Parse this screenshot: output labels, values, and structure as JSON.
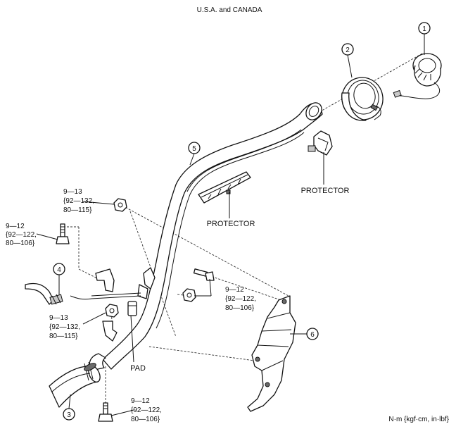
{
  "header": {
    "region_title": "U.S.A. and CANADA"
  },
  "callouts": [
    "1",
    "2",
    "3",
    "4",
    "5",
    "6"
  ],
  "labels": {
    "protector_upper": "PROTECTOR",
    "protector_lower": "PROTECTOR",
    "pad": "PAD"
  },
  "torque_specs": [
    {
      "line1": "9—13",
      "line2": "{92—132,",
      "line3": "80—115}"
    },
    {
      "line1": "9—12",
      "line2": "{92—122,",
      "line3": "80—106}"
    },
    {
      "line1": "9—12",
      "line2": "{92—122,",
      "line3": "80—106}"
    },
    {
      "line1": "9—13",
      "line2": "{92—132,",
      "line3": "80—115}"
    },
    {
      "line1": "9—12",
      "line2": "{92—122,",
      "line3": "80—106}"
    }
  ],
  "footer": {
    "units": "N·m {kgf·cm, in·lbf}"
  }
}
